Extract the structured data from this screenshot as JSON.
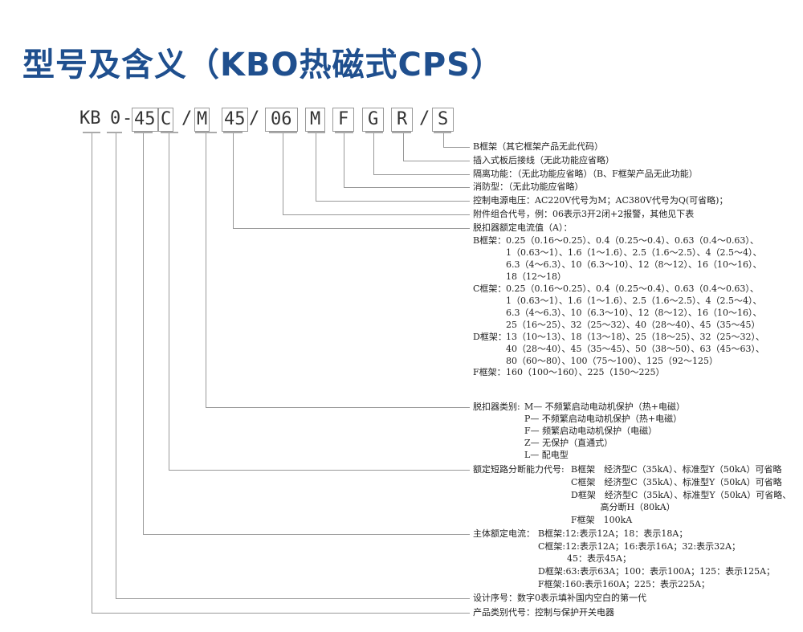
{
  "title": "型号及含义（KBO热磁式CPS）",
  "code": {
    "kb": "KB",
    "zero": "0",
    "dash": "-",
    "c45": "45",
    "c": "C",
    "slash1": "/",
    "m": "M",
    "r45": "45",
    "slash2": "/",
    "acc": "06",
    "ctrl": "M",
    "fire": "F",
    "iso": "G",
    "plug": "R",
    "slash3": "/",
    "frame": "S"
  },
  "desc": {
    "s": "B框架（其它框架产品无此代码）",
    "r": "插入式板后接线（无此功能应省略）",
    "g": "隔离功能：（无此功能应省略）（B、F框架产品无此功能）",
    "f": "消防型：（无此功能应省略）",
    "m": "控制电源电压：AC220V代号为M；AC380V代号为Q(可省略)；",
    "acc": "附件组合代号，例：06表示3开2闭+2报警，其他见下表",
    "rated": {
      "heading": "脱扣器额定电流值（A）：",
      "lines": [
        {
          "label": "B框架：",
          "text": "0.25（0.16～0.25）、0.4（0.25～0.4）、0.63（0.4～0.63）、"
        },
        {
          "text": "1（0.63～1）、1.6（1～1.6）、2.5（1.6～2.5）、4（2.5～4）、"
        },
        {
          "text": "6.3（4～6.3）、10（6.3～10）、12（8～12）、16（10～16）、"
        },
        {
          "text": "18（12～18）"
        },
        {
          "label": "C框架：",
          "text": "0.25（0.16～0.25）、0.4（0.25～0.4）、0.63（0.4～0.63）、"
        },
        {
          "text": "1（0.63～1）、1.6（1～1.6）、2.5（1.6～2.5）、4（2.5～4）、"
        },
        {
          "text": "6.3（4～6.3）、10（6.3～10）、12（8～12）、16（10～16）、"
        },
        {
          "text": "25（16～25）、32（25～32）、40（28～40）、45（35～45）"
        },
        {
          "label": "D框架：",
          "text": "13（10～13）、18（13～18）、25（18～25）、32（25～32）、"
        },
        {
          "text": "40（28～40）、45（35～45）、50（38～50）、63（45～63）、"
        },
        {
          "text": "80（60～80）、100（75～100）、125（92～125）"
        },
        {
          "label": "F框架：",
          "text": "160（100～160）、225（150～225）"
        }
      ]
    },
    "trip": {
      "heading": "脱扣器类别:",
      "lines": [
        "M— 不频繁启动电动机保护（热+电磁）",
        "P— 不频繁启动电动机保护（热+电磁）",
        "F— 频繁启动电动机保护（电磁）",
        "Z— 无保护（直通式）",
        "L— 配电型"
      ]
    },
    "break": {
      "heading": "额定短路分断能力代号:",
      "lines": [
        "B框架　经济型C（35kA）、标准型Y（50kA）可省略",
        "C框架　经济型C（35kA）、标准型Y（50kA）可省略",
        "D框架　经济型C（35kA）、标准型Y（50kA）可省略、",
        "　　　 高分断H（80kA）",
        "F框架　100kA"
      ]
    },
    "main": {
      "heading": "主体额定电流：",
      "lines": [
        "B框架:12:表示12A；18：表示18A；",
        "C框架:12:表示12A；16:表示16A；32:表示32A；",
        "45：表示45A；",
        "D框架:63:表示63A；100：表示100A；125：表示125A；",
        "F框架:160:表示160A；225：表示225A；"
      ]
    },
    "design": "设计序号：数字0表示填补国内空白的第一代",
    "category": "产品类别代号：控制与保护开关电器"
  }
}
